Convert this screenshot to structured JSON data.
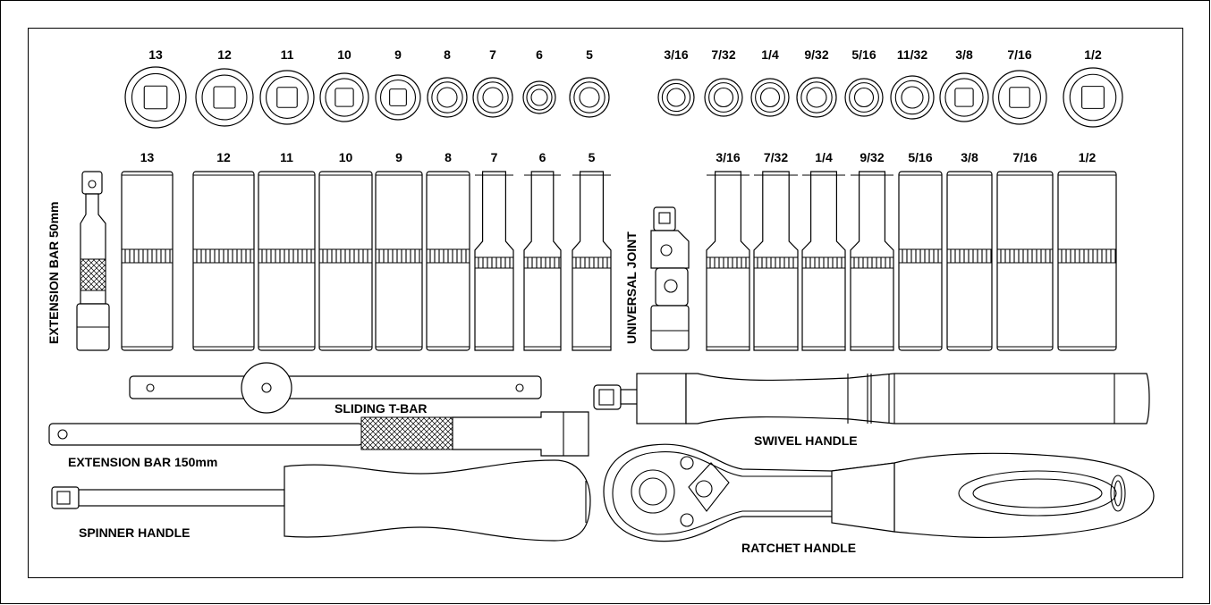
{
  "sockets_short": {
    "metric": [
      "13",
      "12",
      "11",
      "10",
      "9",
      "8",
      "7",
      "6",
      "5"
    ],
    "imperial": [
      "3/16",
      "7/32",
      "1/4",
      "9/32",
      "5/16",
      "11/32",
      "3/8",
      "7/16",
      "1/2"
    ]
  },
  "sockets_deep": {
    "metric": [
      "13",
      "12",
      "11",
      "10",
      "9",
      "8",
      "7",
      "6",
      "5"
    ],
    "imperial": [
      "3/16",
      "7/32",
      "1/4",
      "9/32",
      "5/16",
      "3/8",
      "7/16",
      "1/2"
    ]
  },
  "labels": {
    "extension_bar_50": "EXTENSION BAR 50mm",
    "universal_joint": "UNIVERSAL JOINT",
    "sliding_t_bar": "SLIDING T-BAR",
    "extension_bar_150": "EXTENSION BAR 150mm",
    "spinner_handle": "SPINNER HANDLE",
    "swivel_handle": "SWIVEL HANDLE",
    "ratchet_handle": "RATCHET HANDLE"
  }
}
